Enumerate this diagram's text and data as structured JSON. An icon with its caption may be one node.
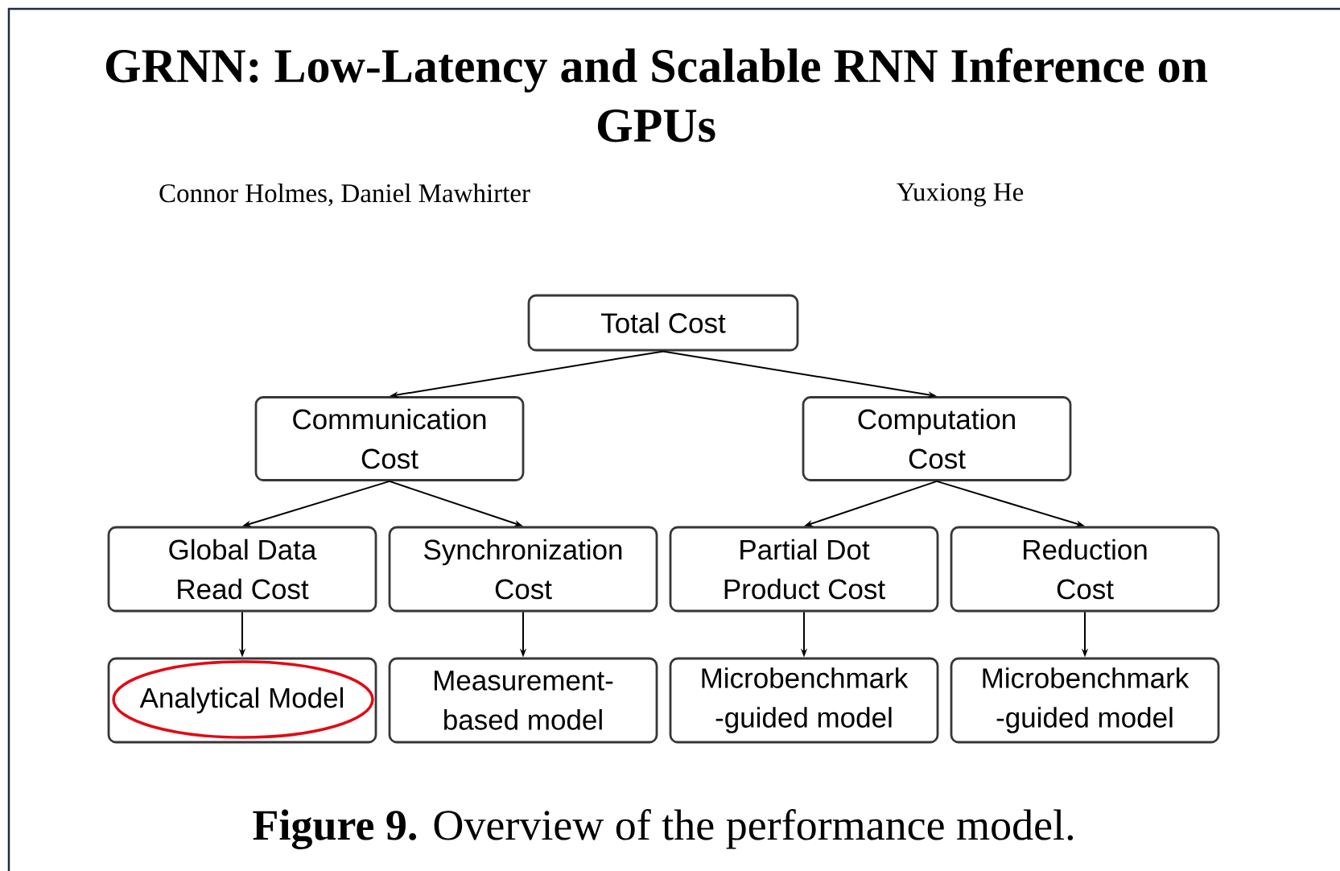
{
  "diagram": {
    "title": "GRNN: Low-Latency and Scalable RNN Inference on GPUs",
    "caption": "**Figure 9.** Overview of the performance model.",
    "nodes": [
      {
        "text": [
          "Total Cost"
        ]
      },
      {
        "text": [
          "Communication Cost"
        ]
      },
      {
        "text": [
          "Computation Cost"
        ]
      },
      {
        "text": [
          "Global Data Read Cost"
        ]
      },
      {
        "text": [
          "Synchronization Cost"
        ]
      },
      {
        "text": [
          "Partial Dot Product Cost"
        ]
      },
      {
        "text": [
          "Reduction Cost"
        ]
      },
      {
        "text": [
          "Analytical Model"
        ]
      },
      {
        "text": [
          "Measurement-based model"
        ]
      },
      {
        "text": [
          "Microbenchmark -guided model"
        ]
      },
      {
        "text": [
          "Microbenchmark -guided model"
        ]
      }
    ],
    "edges": [
      {
        "from": 0,
        "to": 1,
        "arrow": "to"
      },
      {
        "from": 0,
        "to": 2,
        "arrow": "to"
      },
      {
        "from": 1,
        "to": 3,
        "arrow": "to"
      },
      {
        "from": 1,
        "to": 4,
        "arrow": "to"
      },
      {
        "from": 2,
        "to": 5,
        "arrow": "to"
      },
      {
        "from": 2,
        "to": 6,
        "arrow": "to"
      },
      {
        "from": 3,
        "to": 7,
        "arrow": "to"
      },
      {
        "from": 4,
        "to": 8,
        "arrow": "to"
      },
      {
        "from": 5,
        "to": 9,
        "arrow": "to"
      },
      {
        "from": 6,
        "to": 10,
        "arrow": "to"
      }
    ],
    "labels": [
      "Connor Holmes, Daniel Mawhirter",
      "Yuxiong He"
    ]
  }
}
